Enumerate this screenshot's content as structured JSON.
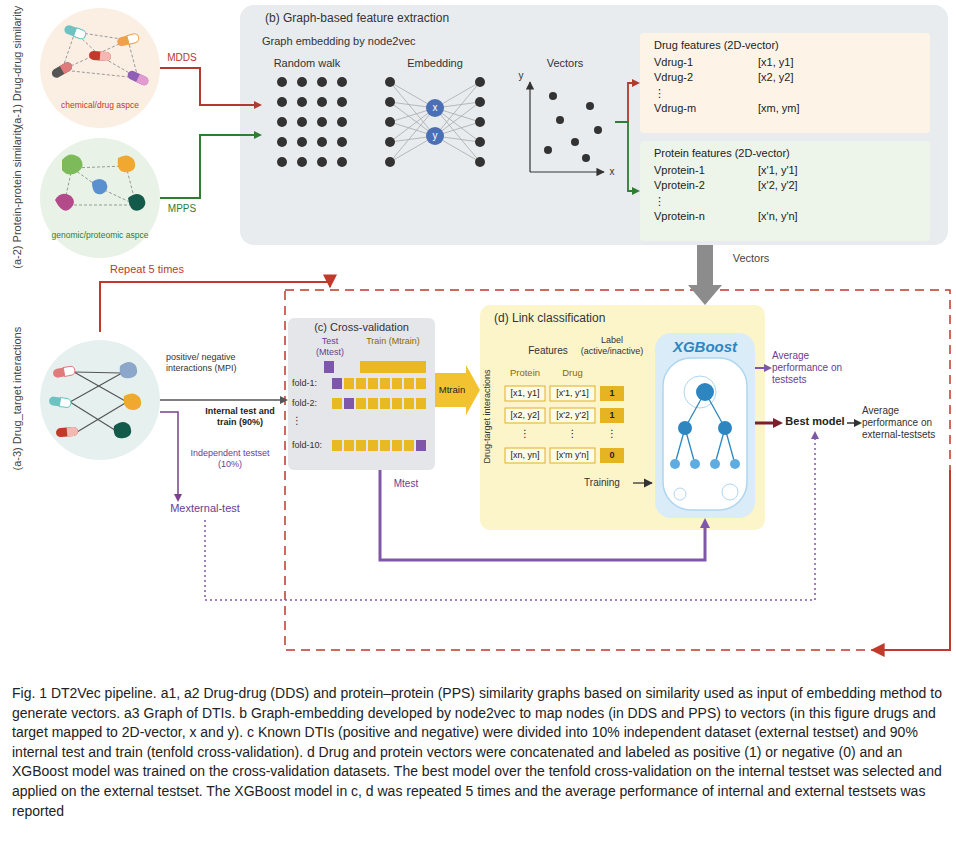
{
  "diagram": {
    "caption": "Fig. 1 DT2Vec pipeline. a1, a2 Drug-drug (DDS) and protein–protein (PPS) similarity graphs based on similarity used as input of embedding method to generate vectors. a3 Graph of DTIs. b Graph-embedding developed by node2vec to map nodes (in DDS and PPS) to vectors (in this figure drugs and target mapped to 2D-vector, x and y). c Known DTIs (positive and negative) were divided into 10% independent dataset (external testset) and 90% internal test and train (tenfold cross-validation). d Drug and protein vectors were concatenated and labeled as positive (1) or negative (0) and an XGBoost model was trained on the cross-validation datasets. The best model over the tenfold cross-validation on the internal testset was selected and applied on the external testset. The XGBoost model in c, d was repeated 5 times and the average performance of internal and external testsets was reported",
    "nodes": [
      {
        "text": [
          "(a-1) Drug-drug similarity",
          "chemical/drug aspce"
        ]
      },
      {
        "text": [
          "(a-2) Protein-protein similarity",
          "genomic/proteomic aspce"
        ]
      },
      {
        "text": [
          "(b) Graph-based feature extraction",
          "Graph embedding by node2vec"
        ]
      },
      {
        "text": [
          "Random walk"
        ],
        "in": 2
      },
      {
        "text": [
          "Embedding"
        ],
        "in": 2
      },
      {
        "text": [
          "Vectors"
        ],
        "in": 2
      },
      {
        "text": [
          "Drug features (2D-vector)",
          "Vdrug-1",
          "[x1, y1]",
          "Vdrug-2",
          "[x2, y2]",
          "⋮",
          "Vdrug-m",
          "[xm, ym]"
        ],
        "in": 2
      },
      {
        "text": [
          "Protein features (2D-vector)",
          "Vprotein-1",
          "[x'1, y'1]",
          "Vprotein-2",
          "[x'2, y'2]",
          "⋮",
          "Vprotein-n",
          "[x'n, y'n]"
        ],
        "in": 2
      },
      {
        "text": [
          "(a-3) Drug_target interactions"
        ]
      },
      {
        "text": [
          "Mexternal-test"
        ]
      },
      {
        "text": [
          "(c) Cross-validation",
          "Test (Mtest)",
          "Train (Mtrain)",
          "fold-1:",
          "fold-2:",
          "⋮",
          "fold-10:"
        ]
      },
      {
        "text": [
          "(d) Link classification",
          "Features",
          "Label (active/inactive)",
          "Protein",
          "Drug",
          "Drug-target interactions",
          "[x1, y1]",
          "[x'1, y'1]",
          "1",
          "[x2, y2]",
          "[x'2, y'2]",
          "1",
          "⋮",
          "⋮",
          "⋮",
          "[xn, yn]",
          "[x'm y'n]",
          "0",
          "Training"
        ]
      },
      {
        "text": [
          "XGBoost"
        ],
        "in": 11
      },
      {
        "text": [
          "Average performance on testsets"
        ]
      },
      {
        "text": [
          "Best model"
        ]
      },
      {
        "text": [
          "Average performance on external-testsets"
        ]
      }
    ],
    "edges": [
      {
        "from": 0,
        "to": 3,
        "arrow": "to",
        "label": "MDDS"
      },
      {
        "from": 1,
        "to": 3,
        "arrow": "to",
        "label": "MPPS"
      },
      {
        "from": 5,
        "to": 6,
        "arrow": "to"
      },
      {
        "from": 5,
        "to": 7,
        "arrow": "to"
      },
      {
        "from": 2,
        "to": 11,
        "arrow": "to",
        "label": "Vectors"
      },
      {
        "from": 8,
        "to": 10,
        "arrow": "to",
        "label": "Internal test and train (90%)"
      },
      {
        "from": 8,
        "to": 9,
        "arrow": "to",
        "label": "Independent testset (10%)"
      },
      {
        "from": 10,
        "to": 11,
        "arrow": "to",
        "label": "Mtrain"
      },
      {
        "from": 10,
        "to": 12,
        "arrow": "to",
        "label": "Mtest"
      },
      {
        "from": 12,
        "to": 13,
        "arrow": "to"
      },
      {
        "from": 12,
        "to": 14,
        "arrow": "to"
      },
      {
        "from": 14,
        "to": 15,
        "arrow": "to"
      },
      {
        "from": 9,
        "to": 14,
        "arrow": "to"
      }
    ],
    "labels": [
      "x",
      "y",
      "y",
      "x",
      "Repeat 5 times",
      "positive/ negative interactions (MPI)"
    ]
  }
}
